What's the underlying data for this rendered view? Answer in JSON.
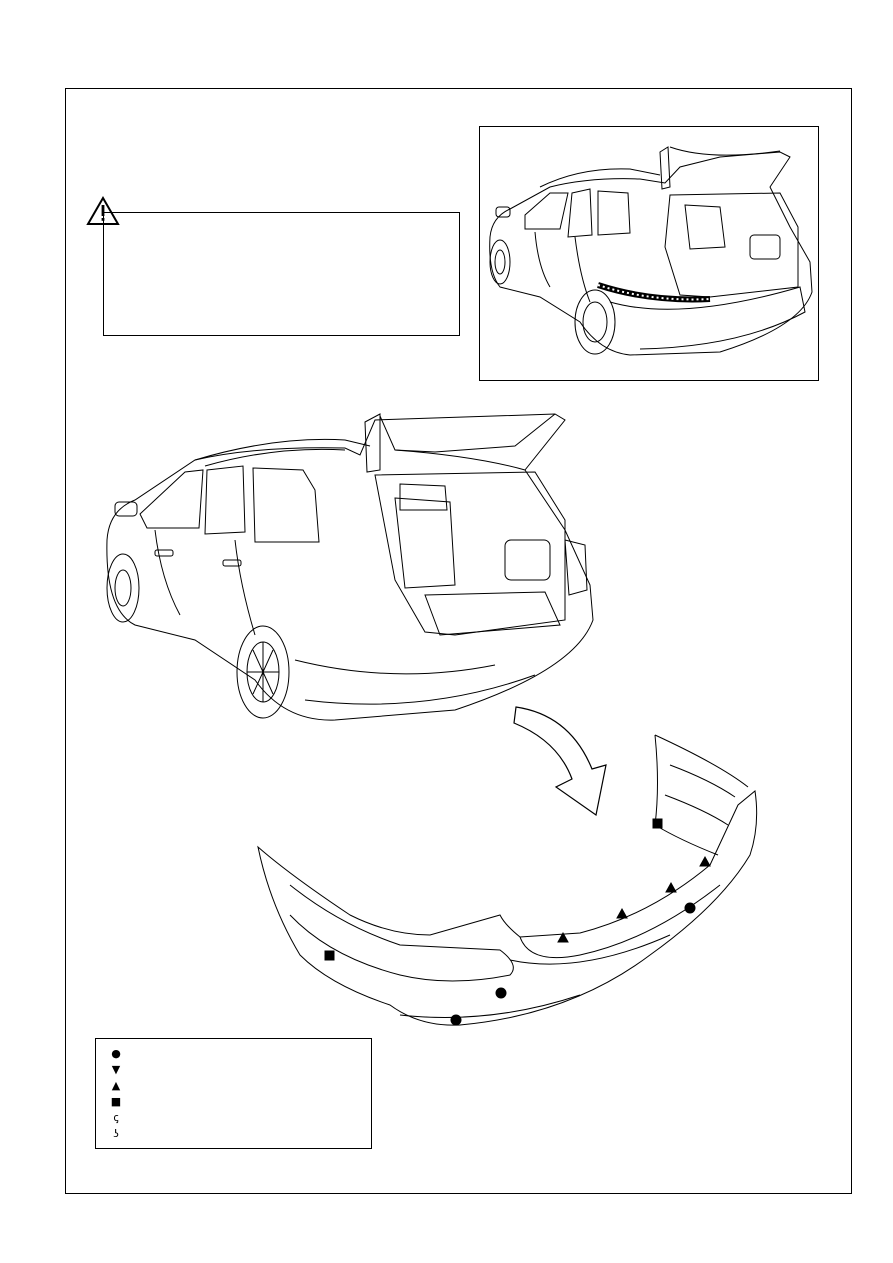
{
  "warning": {
    "icon": "warning-triangle-icon"
  },
  "illustrations": {
    "inset": "car-rear-open-tailgate-inset",
    "main": "car-rear-open-tailgate",
    "arrow": "curved-arrow-icon",
    "part": "rear-bumper-cover"
  },
  "legend": {
    "items": [
      {
        "symbol": "●",
        "icon": "circle-clip-icon",
        "label": ""
      },
      {
        "symbol": "▼",
        "icon": "down-triangle-clip-icon",
        "label": ""
      },
      {
        "symbol": "▲",
        "icon": "up-triangle-clip-icon",
        "label": ""
      },
      {
        "symbol": "■",
        "icon": "square-clip-icon",
        "label": ""
      },
      {
        "symbol": "ꞔ",
        "icon": "hook-clip-icon",
        "label": ""
      },
      {
        "symbol": "ʖ",
        "icon": "bracket-clip-icon",
        "label": ""
      }
    ]
  }
}
